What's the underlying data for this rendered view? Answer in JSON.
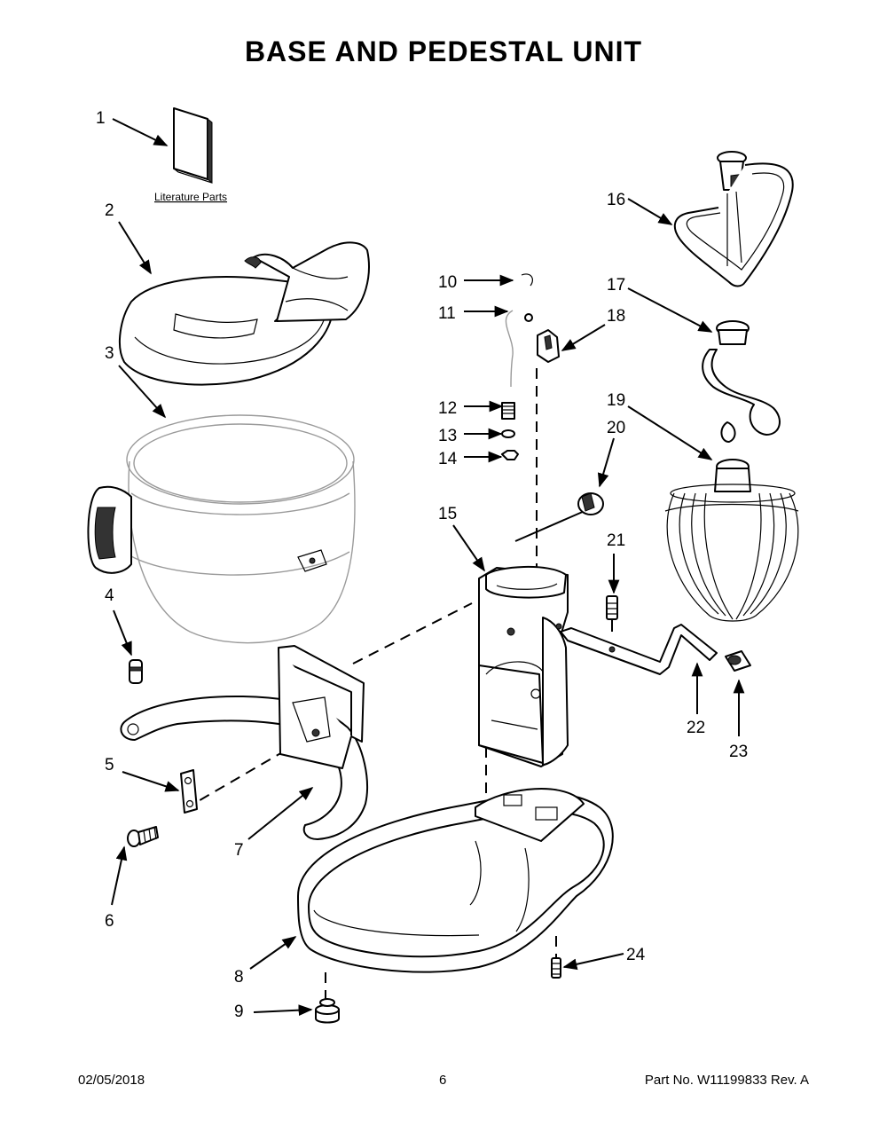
{
  "title": "BASE AND PEDESTAL UNIT",
  "literature_label": "Literature Parts",
  "callouts": [
    "1",
    "2",
    "3",
    "4",
    "5",
    "6",
    "7",
    "8",
    "9",
    "10",
    "11",
    "12",
    "13",
    "14",
    "15",
    "16",
    "17",
    "18",
    "19",
    "20",
    "21",
    "22",
    "23",
    "24"
  ],
  "footer": {
    "date": "02/05/2018",
    "page": "6",
    "part": "Part No.  W11199833  Rev.  A"
  },
  "colors": {
    "line": "#000000",
    "background": "#ffffff",
    "light_line": "#9a9a9a"
  }
}
